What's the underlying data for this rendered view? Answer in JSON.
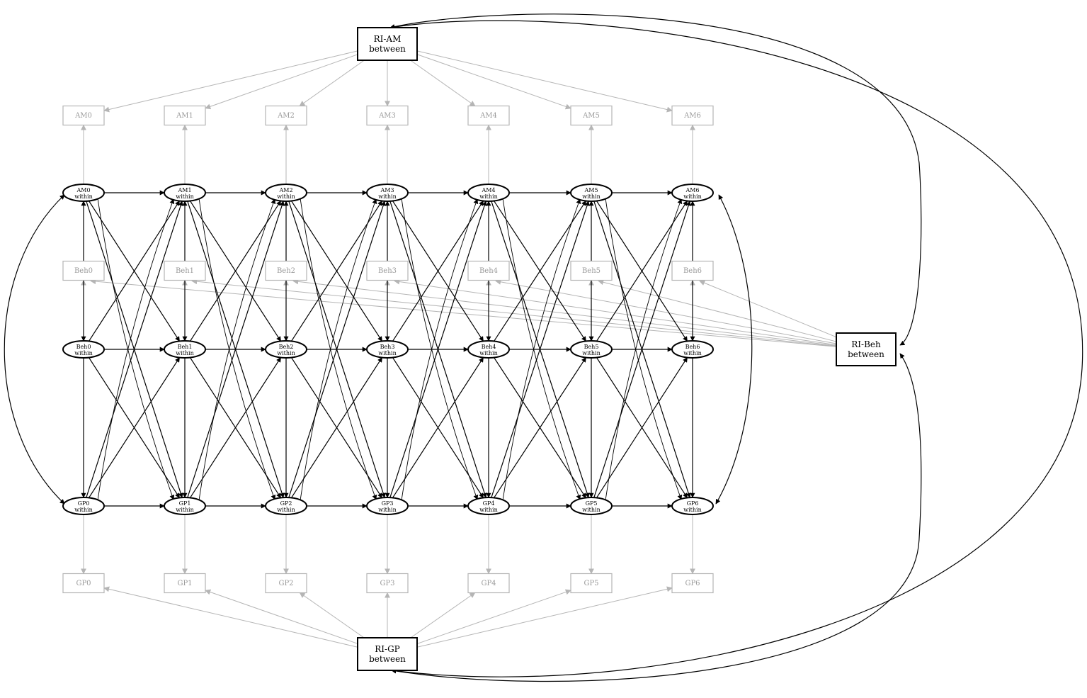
{
  "colors": {
    "structural": "#000000",
    "measurement": "#b5b5b5",
    "observed_text": "#9a9a9a"
  },
  "waves": [
    0,
    1,
    2,
    3,
    4,
    5,
    6
  ],
  "observed": {
    "AM": [
      "AM0",
      "AM1",
      "AM2",
      "AM3",
      "AM4",
      "AM5",
      "AM6"
    ],
    "Beh": [
      "Beh0",
      "Beh1",
      "Beh2",
      "Beh3",
      "Beh4",
      "Beh5",
      "Beh6"
    ],
    "GP": [
      "GP0",
      "GP1",
      "GP2",
      "GP3",
      "GP4",
      "GP5",
      "GP6"
    ]
  },
  "within": {
    "AM": [
      "AM0",
      "AM1",
      "AM2",
      "AM3",
      "AM4",
      "AM5",
      "AM6"
    ],
    "Beh": [
      "Beh0",
      "Beh1",
      "Beh2",
      "Beh3",
      "Beh4",
      "Beh5",
      "Beh6"
    ],
    "GP": [
      "GP0",
      "GP1",
      "GP2",
      "GP3",
      "GP4",
      "GP5",
      "GP6"
    ],
    "suffix": "within"
  },
  "random_intercepts": {
    "AM": {
      "line1": "RI-AM",
      "line2": "between"
    },
    "Beh": {
      "line1": "RI-Beh",
      "line2": "between"
    },
    "GP": {
      "line1": "RI-GP",
      "line2": "between"
    }
  }
}
